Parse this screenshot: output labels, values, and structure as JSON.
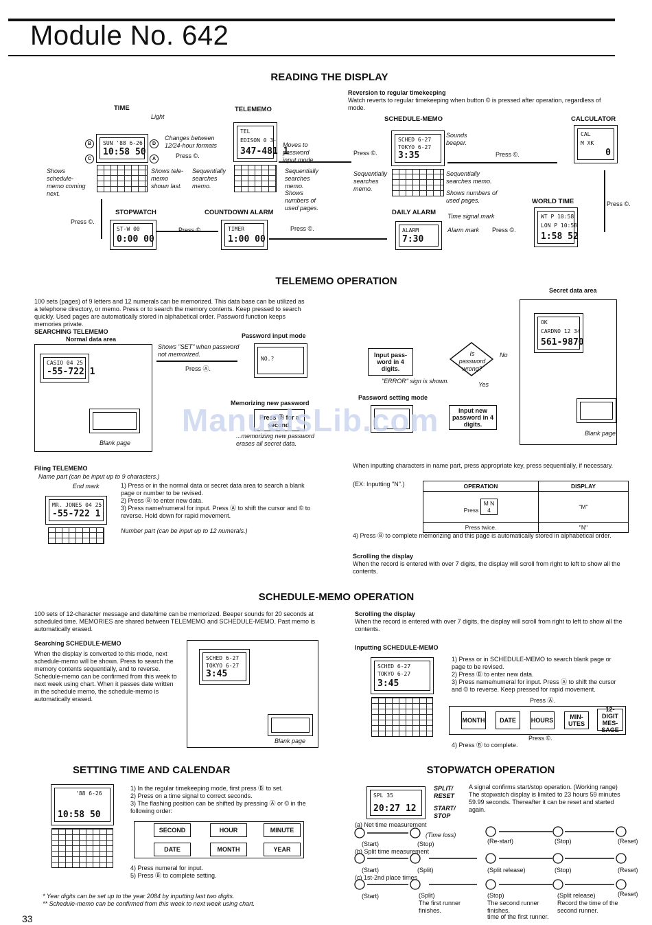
{
  "header": {
    "title": "Module No. 642",
    "page_number": "33"
  },
  "reading": {
    "title": "READING THE DISPLAY",
    "reversion_title": "Reversion to regular timekeeping",
    "reversion_text": "Watch reverts to regular timekeeping when button © is pressed after operation, regardless of mode.",
    "modes": {
      "time": "TIME",
      "telememo": "TELEMEMO",
      "schedule": "SCHEDULE-MEMO",
      "calculator": "CALCULATOR",
      "world": "WORLD TIME",
      "daily": "DAILY ALARM",
      "countdown": "COUNTDOWN ALARM",
      "stopwatch": "STOPWATCH"
    },
    "press_c": "Press ©.",
    "notes": {
      "light": "Light",
      "changes": "Changes between 12/24-hour formats",
      "shows_schedule": "Shows schedule-memo coming next.",
      "shows_telememo": "Shows tele-memo shown last.",
      "seq_searches1": "Sequentially searches memo.",
      "moves_password": "Moves to password input mode.",
      "seq_searches2": "Sequentially searches memo.",
      "shows_numbers": "Shows numbers of used pages.",
      "sounds_beeper": "Sounds beeper.",
      "seq_searches3": "Sequentially searches memo.",
      "seq_searches4": "Sequentially searches memo.",
      "shows_used": "Shows numbers of used pages.",
      "time_signal": "Time signal mark",
      "alarm_mark": "Alarm mark"
    },
    "lcd": {
      "time_top": "SUN '88 6-26",
      "time_bot": "10:58 50",
      "tele_top": "TEL",
      "tele_mid": "EDISON 0 3-",
      "tele_bot": "347-481 1",
      "sched_top": "SCHED 6-27",
      "sched_mid": "TOKYO 6-27",
      "sched_bot": "3:35",
      "calc_top": "CAL",
      "calc_mid": "M XK",
      "calc_bot": "0",
      "world_top": "WT P 10:58",
      "world_mid": "LON P 10:58",
      "world_bot": "1:58 52",
      "alarm_top": "ALARM",
      "alarm_bot": "7:30",
      "timer_top": "TIMER",
      "timer_bot": "1:00 00",
      "stop_top": "ST-W 00",
      "stop_bot": "0:00 00"
    }
  },
  "telememo": {
    "title": "TELEMEMO OPERATION",
    "intro": "100 sets (pages) of 9 letters and 12 numerals can be memorized. This data base can be utilized as a telephone directory, or memo. Press or to search the memory contents. Keep pressed to search quickly. Used pages are automatically stored in alphabetical order. Password function keeps memories private.",
    "searching": "SEARCHING TELEMEMO",
    "normal_area": "Normal data area",
    "secret_area": "Secret data area",
    "password_input": "Password input mode",
    "shows_set": "Shows \"SET\" when password not memorized.",
    "press_a": "Press Ⓐ.",
    "input_pass": "Input pass-word in 4 digits.",
    "is_wrong": "Is password wrong?",
    "no": "No",
    "yes": "Yes",
    "error_shown": "\"ERROR\" sign is shown.",
    "memorizing": "Memorizing new password",
    "password_setting": "Password setting mode",
    "press_b_for": "Press Ⓑ for a second.",
    "input_new": "Input new password in 4 digits.",
    "erases": "...memorizing new password erases all secret data.",
    "blank_page": "Blank page",
    "lcd_casio_top": "CASIO 04 25",
    "lcd_casio_bot": "-55-722 1",
    "lcd_cardno_top": "CARDNO 12 34",
    "lcd_cardno_bot": "561-9870",
    "lcd_ok": "OK",
    "lcd_no": "NO.?",
    "filing_title": "Filing TELEMEMO",
    "name_part": "Name part (can be input up to 9 characters.)",
    "end_mark": "End mark",
    "number_part": "Number part (can be input up to 12 numerals.)",
    "steps": [
      "1) Press or in the normal data or secret data area to search a blank page or number to be revised.",
      "2) Press Ⓑ to enter new data.",
      "3) Press name/numeral for input. Press Ⓐ to shift the cursor and © to reverse. Hold down for rapid movement."
    ],
    "lcd_jones_top": "MR. JONES 04 25",
    "lcd_jones_bot": "-55-722 1",
    "right_intro": "When inputting characters in name part, press appropriate key, press sequentially, if necessary.",
    "ex": "(EX: Inputting \"N\".)",
    "table_headers": [
      "OPERATION",
      "DISPLAY"
    ],
    "table_rows": [
      [
        "Press",
        "\"M\""
      ],
      [
        "Press twice.",
        "\"N\""
      ]
    ],
    "key_label_top": "M N",
    "key_label_bot": "4",
    "step4": "4) Press Ⓑ to complete memorizing and this page is automatically stored in alphabetical order.",
    "scroll_title": "Scrolling the display",
    "scroll_text": "When the record is entered with over 7 digits, the display will scroll from right to left to show all the contents."
  },
  "schedule": {
    "title": "SCHEDULE-MEMO OPERATION",
    "intro": "100 sets of 12-character message and date/time can be memorized. Beeper sounds for 20 seconds at scheduled time. MEMORIES are shared between TELEMEMO and SCHEDULE-MEMO. Past memo is automatically erased.",
    "searching": "Searching SCHEDULE-MEMO",
    "search_text": "When the display is converted to this mode, next schedule-memo will be shown. Press to search the memory contents sequentially, and to reverse. Schedule-memo can be confirmed from this week to next week using chart. When it passes date written in the schedule memo, the schedule-memo is automatically erased.",
    "blank_page": "Blank page",
    "lcd_top": "SCHED 6-27",
    "lcd_mid": "TOKYO 6-27",
    "lcd_bot": "3:45",
    "scroll_title": "Scrolling the display",
    "scroll_text": "When the record is entered with over 7 digits, the display will scroll from right to left to show all the contents.",
    "inputting": "Inputting SCHEDULE-MEMO",
    "steps": [
      "1) Press or in SCHEDULE-MEMO to search blank page or page to be revised.",
      "2) Press Ⓑ to enter new data.",
      "3) Press name/numeral for input. Press Ⓐ to shift the cursor and © to reverse. Keep pressed for rapid movement."
    ],
    "press_a": "Press Ⓐ.",
    "press_c": "Press ©.",
    "chain": [
      "MONTH",
      "DATE",
      "HOURS",
      "MIN-UTES",
      "12-DIGIT MES-SAGE"
    ],
    "step4": "4) Press Ⓑ to complete."
  },
  "setting": {
    "title": "SETTING TIME AND CALENDAR",
    "steps": [
      "1) In the regular timekeeping mode, first press Ⓑ to set.",
      "2) Press on a time signal to correct seconds.",
      "3) The flashing position can be shifted by pressing Ⓐ or © in the following order:"
    ],
    "order": [
      "SECOND",
      "HOUR",
      "MINUTE",
      "DATE",
      "MONTH",
      "YEAR"
    ],
    "step4": "4) Press numeral for input.",
    "step5": "5) Press Ⓑ to complete setting.",
    "foot1": "* Year digits can be set up to the year 2084 by inputting last two digits.",
    "foot2": "** Schedule-memo can be confirmed from this week to next week using chart.",
    "lcd_top": "'88 6-26",
    "lcd_bot": "10:58 50"
  },
  "stopwatch": {
    "title": "STOPWATCH OPERATION",
    "split_reset": "SPLIT/ RESET",
    "start_stop": "START/ STOP",
    "intro": "A signal confirms start/stop operation. (Working range) The stopwatch display is limited to 23 hours 59 minutes 59.99 seconds. Thereafter it can be reset and started again.",
    "lcd_top": "SPL 35",
    "lcd_bot": "20:27 12",
    "a_title": "(a) Net time measurement",
    "b_title": "(b) Split time measurement",
    "c_title": "(c) 1st-2nd place times",
    "time_loss": "(Time loss)",
    "labels": {
      "start": "(Start)",
      "stop": "(Stop)",
      "restart": "(Re-start)",
      "reset": "(Reset)",
      "split": "(Split)",
      "split_release": "(Split release)"
    },
    "first_runner": "The first runner finishes.",
    "second_runner": "The second runner finishes.",
    "record_second": "Record the time of the second runner.",
    "time_first": "time of the first runner."
  },
  "watermark": "ManualsLib.com"
}
